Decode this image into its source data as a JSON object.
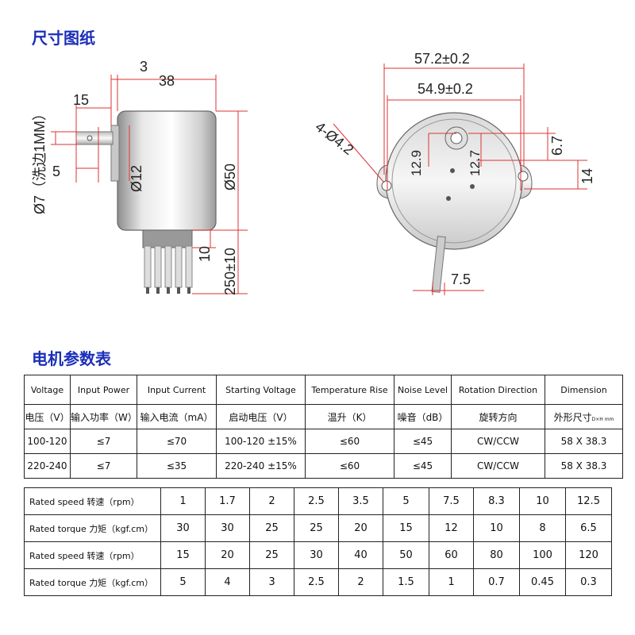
{
  "titles": {
    "drawing": "尺寸图纸",
    "spec_table": "电机参数表"
  },
  "dimensions": {
    "side_view": [
      "3",
      "38",
      "15",
      "Ø7（洗边1MM）",
      "5",
      "Ø12",
      "Ø50",
      "250±10",
      "10"
    ],
    "front_view": [
      "57.2±0.2",
      "54.9±0.2",
      "4-Ø4.2",
      "12.9",
      "12.7",
      "6.7",
      "14",
      "7.5"
    ]
  },
  "spec_table": {
    "headers_en": [
      "Voltage",
      "Input Power",
      "Input Current",
      "Starting Voltage",
      "Temperature Rise",
      "Noise Level",
      "Rotation Direction",
      "Dimension"
    ],
    "headers_cn": [
      "电压（V）",
      "输入功率（W）",
      "输入电流（mA）",
      "启动电压（V）",
      "温升（K）",
      "噪音（dB）",
      "旋转方向",
      "外形尺寸"
    ],
    "dimension_unit": "D×H mm",
    "rows": [
      [
        "100-120",
        "≤7",
        "≤70",
        "100-120 ±15%",
        "≤60",
        "≤45",
        "CW/CCW",
        "58 X 38.3"
      ],
      [
        "220-240",
        "≤7",
        "≤35",
        "220-240 ±15%",
        "≤60",
        "≤45",
        "CW/CCW",
        "58 X 38.3"
      ]
    ]
  },
  "speed_table": {
    "rows": [
      {
        "label": "Rated speed 转速（rpm）",
        "values": [
          "1",
          "1.7",
          "2",
          "2.5",
          "3.5",
          "5",
          "7.5",
          "8.3",
          "10",
          "12.5"
        ]
      },
      {
        "label": "Rated torque 力矩（kgf.cm）",
        "values": [
          "30",
          "30",
          "25",
          "25",
          "20",
          "15",
          "12",
          "10",
          "8",
          "6.5"
        ]
      },
      {
        "label": "Rated speed 转速（rpm）",
        "values": [
          "15",
          "20",
          "25",
          "30",
          "40",
          "50",
          "60",
          "80",
          "100",
          "120"
        ]
      },
      {
        "label": "Rated torque 力矩（kgf.cm）",
        "values": [
          "5",
          "4",
          "3",
          "2.5",
          "2",
          "1.5",
          "1",
          "0.7",
          "0.45",
          "0.3"
        ]
      }
    ]
  }
}
